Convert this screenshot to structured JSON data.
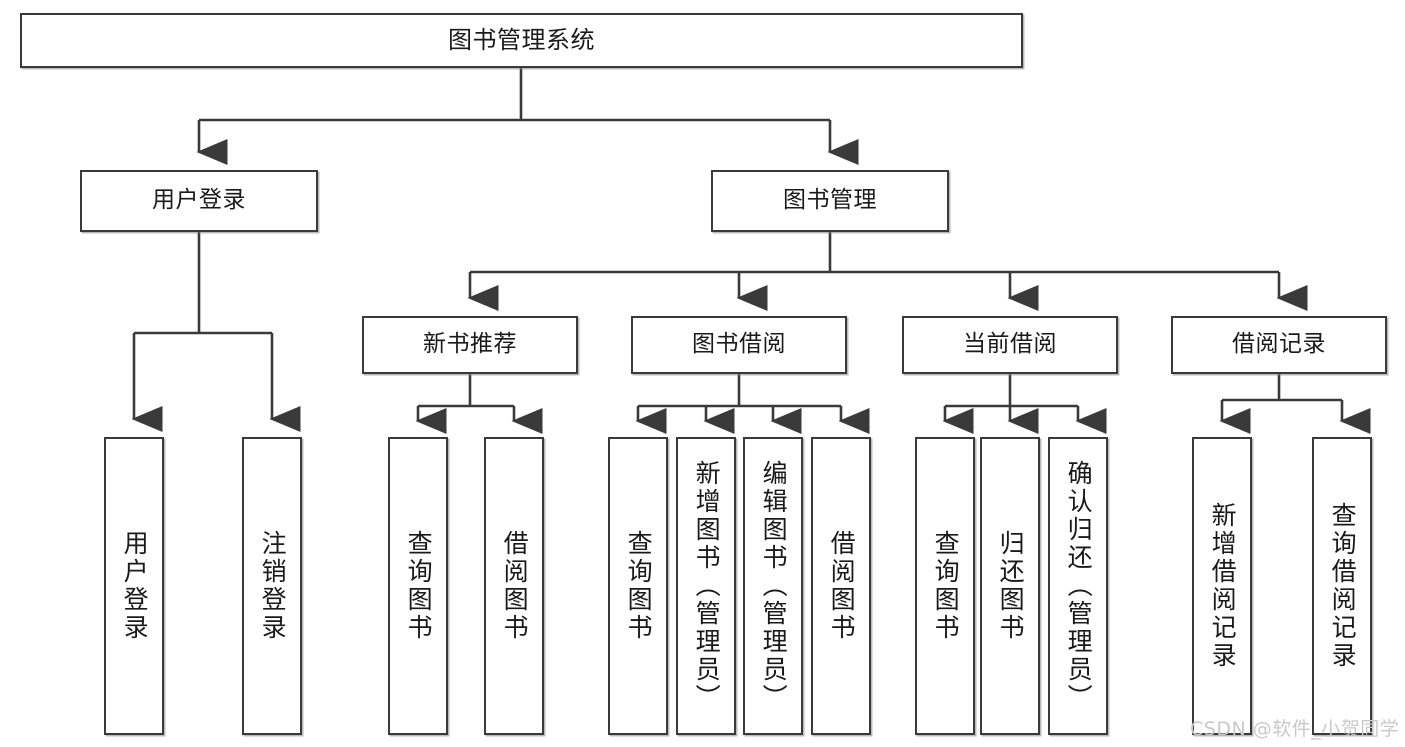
{
  "diagram": {
    "title": "图书管理系统",
    "watermark": "CSDN @软件_小贺同学",
    "colors": {
      "box_border": "#3a3a3a",
      "box_fill": "#ffffff",
      "wire": "#3a3a3a",
      "watermark": "#c9c9c9"
    },
    "levels": {
      "root": {
        "label": "图书管理系统"
      },
      "level2": [
        {
          "label": "用户登录"
        },
        {
          "label": "图书管理"
        }
      ],
      "level3": [
        {
          "label": "新书推荐"
        },
        {
          "label": "图书借阅"
        },
        {
          "label": "当前借阅"
        },
        {
          "label": "借阅记录"
        }
      ],
      "leaves": {
        "user_login": [
          {
            "label": "用户登录"
          },
          {
            "label": "注销登录"
          }
        ],
        "new_book_recommend": [
          {
            "label": "查询图书"
          },
          {
            "label": "借阅图书"
          }
        ],
        "book_borrow": [
          {
            "label": "查询图书"
          },
          {
            "label": "新增图书（管理员）"
          },
          {
            "label": "编辑图书（管理员）"
          },
          {
            "label": "借阅图书"
          }
        ],
        "current_borrow": [
          {
            "label": "查询图书"
          },
          {
            "label": "归还图书"
          },
          {
            "label": "确认归还（管理员）"
          }
        ],
        "borrow_record": [
          {
            "label": "新增借阅记录"
          },
          {
            "label": "查询借阅记录"
          }
        ]
      }
    }
  }
}
